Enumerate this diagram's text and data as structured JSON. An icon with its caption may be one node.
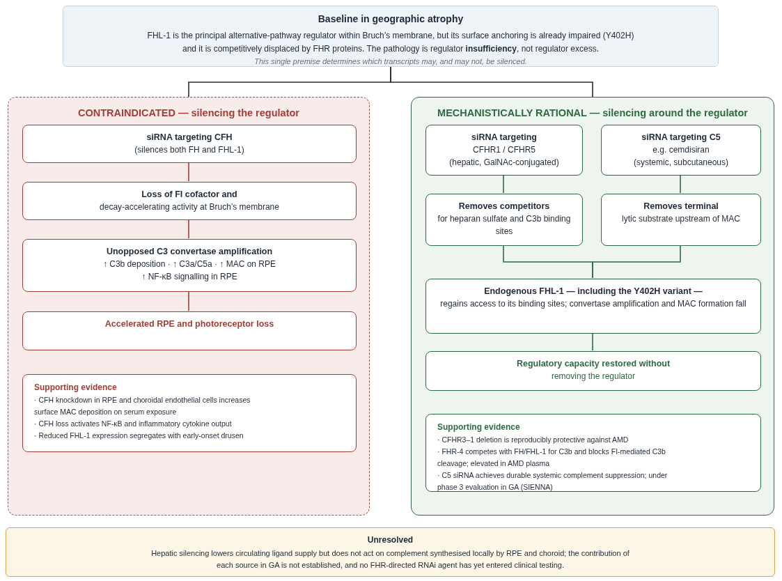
{
  "diagram": {
    "nodes": [
      {
        "text": [
          "Baseline in geographic atrophy",
          "FHL-1 is the principal alternative-pathway regulator within Bruch’s membrane, but its surface anchoring is already impaired (Y402H) and it is competitively displaced by FHR proteins. The pathology is regulator **insufficiency**, not regulator excess.",
          "This single premise determines which transcripts may, and may not, be silenced."
        ]
      },
      {
        "text": [
          "CONTRAINDICATED — silencing the regulator"
        ]
      },
      {
        "text": [
          "siRNA targeting CFH",
          "(silences both FH and FHL-1)"
        ],
        "in": 1
      },
      {
        "text": [
          "Loss of FI cofactor and",
          "decay-accelerating activity at Bruch’s membrane"
        ],
        "in": 1
      },
      {
        "text": [
          "Unopposed C3 convertase amplification",
          "↑ C3b deposition · ↑ C3a/C5a · ↑ MAC on RPE",
          "↑ NF-κB signalling in RPE"
        ],
        "in": 1
      },
      {
        "text": [
          "Accelerated RPE and photoreceptor loss"
        ],
        "in": 1
      },
      {
        "text": [
          "Supporting evidence",
          "· CFH knockdown in RPE and choroidal endothelial cells increases surface MAC deposition on serum exposure",
          "· CFH loss activates NF-κB and inflammatory cytokine output",
          "· Reduced FHL-1 expression segregates with early-onset drusen"
        ],
        "in": 1
      },
      {
        "text": [
          "MECHANISTICALLY RATIONAL — silencing around the regulator"
        ]
      },
      {
        "text": [
          "siRNA targeting",
          "CFHR1 / CFHR5",
          "(hepatic, GalNAc-conjugated)"
        ],
        "in": 7
      },
      {
        "text": [
          "siRNA targeting C5",
          "e.g. cemdisiran",
          "(systemic, subcutaneous)"
        ],
        "in": 7
      },
      {
        "text": [
          "Removes competitors",
          "for heparan sulfate and C3b binding sites"
        ],
        "in": 7
      },
      {
        "text": [
          "Removes terminal",
          "lytic substrate upstream of MAC"
        ],
        "in": 7
      },
      {
        "text": [
          "Endogenous FHL-1 — including the Y402H variant —",
          "regains access to its binding sites; convertase amplification and MAC formation fall"
        ],
        "in": 7
      },
      {
        "text": [
          "Regulatory capacity restored without",
          "removing the regulator"
        ],
        "in": 7
      },
      {
        "text": [
          "Supporting evidence",
          "· CFHR3–1 deletion is reproducibly protective against AMD",
          "· FHR-4 competes with FH/FHL-1 for C3b and blocks FI-mediated C3b cleavage; elevated in AMD plasma",
          "· C5 siRNA achieves durable systemic complement suppression; under phase 3 evaluation in GA (SIENNA)"
        ],
        "in": 7
      },
      {
        "text": [
          "Unresolved",
          "Hepatic silencing lowers circulating ligand supply but does not act on complement synthesised locally by RPE and choroid; the contribution of each source in GA is not established, and no FHR-directed RNAi agent has yet entered clinical testing."
        ]
      }
    ],
    "edges": [
      {
        "from": 0,
        "to": 1,
        "arrow": "none",
        "color": "#2b2b2b"
      },
      {
        "from": 0,
        "to": 7,
        "arrow": "none",
        "color": "#2b2b2b"
      },
      {
        "from": 2,
        "to": 3,
        "arrow": "none",
        "color": "#a33d36"
      },
      {
        "from": 3,
        "to": 4,
        "arrow": "none",
        "color": "#a33d36"
      },
      {
        "from": 4,
        "to": 5,
        "arrow": "none",
        "color": "#a33d36"
      },
      {
        "from": 8,
        "to": 10,
        "arrow": "none"
      },
      {
        "from": 9,
        "to": 11,
        "arrow": "none"
      },
      {
        "from": 10,
        "to": 12,
        "arrow": "none"
      },
      {
        "from": 11,
        "to": 12,
        "arrow": "none"
      },
      {
        "from": 12,
        "to": 13,
        "arrow": "none"
      }
    ]
  }
}
